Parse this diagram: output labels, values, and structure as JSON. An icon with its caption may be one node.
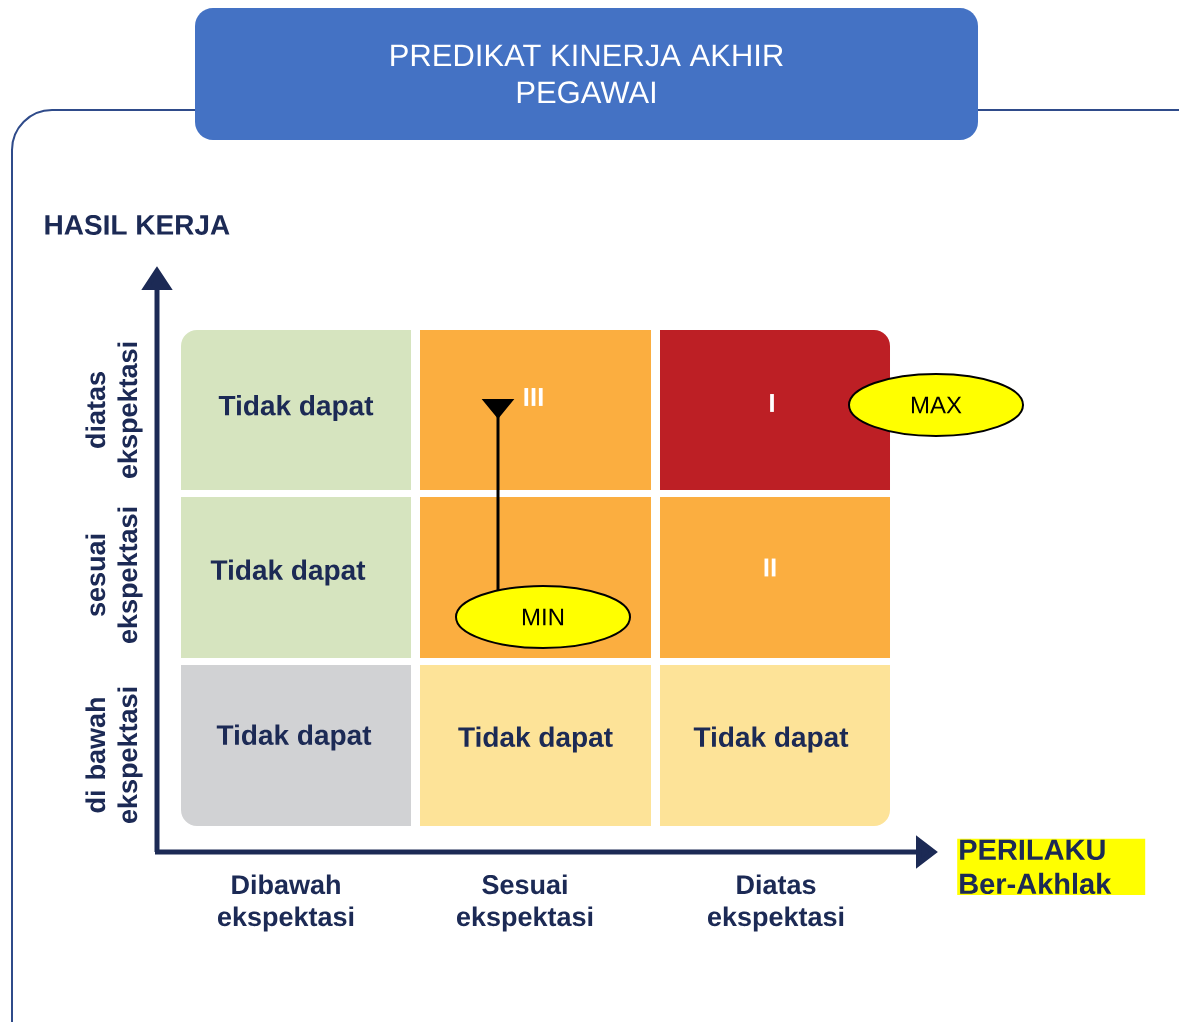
{
  "diagram": {
    "nodes": [
      {
        "text": [
          "PREDIKAT KINERJA AKHIR PEGAWAI"
        ]
      },
      {
        "text": [
          "Tidak dapat"
        ]
      },
      {
        "text": [
          "III"
        ]
      },
      {
        "text": [
          "I"
        ]
      },
      {
        "text": [
          "Tidak dapat"
        ]
      },
      {
        "text": [],
        "shape": "box"
      },
      {
        "text": [
          "II"
        ]
      },
      {
        "text": [
          "Tidak dapat"
        ]
      },
      {
        "text": [
          "Tidak dapat"
        ]
      },
      {
        "text": [
          "Tidak dapat"
        ]
      },
      {
        "text": [
          "MAX"
        ]
      },
      {
        "text": [
          "MIN"
        ],
        "in": 5
      }
    ],
    "edges": [
      {
        "from": 11,
        "to": 2,
        "arrow": "other"
      }
    ],
    "labels": [
      "HASIL KERJA",
      "diatas ekspektasi",
      "sesuai ekspektasi",
      "di bawah ekspektasi",
      "PERILAKU Ber-Akhlak",
      "Dibawah ekspektasi",
      "Sesuai ekspektasi",
      "Diatas ekspektasi"
    ]
  }
}
